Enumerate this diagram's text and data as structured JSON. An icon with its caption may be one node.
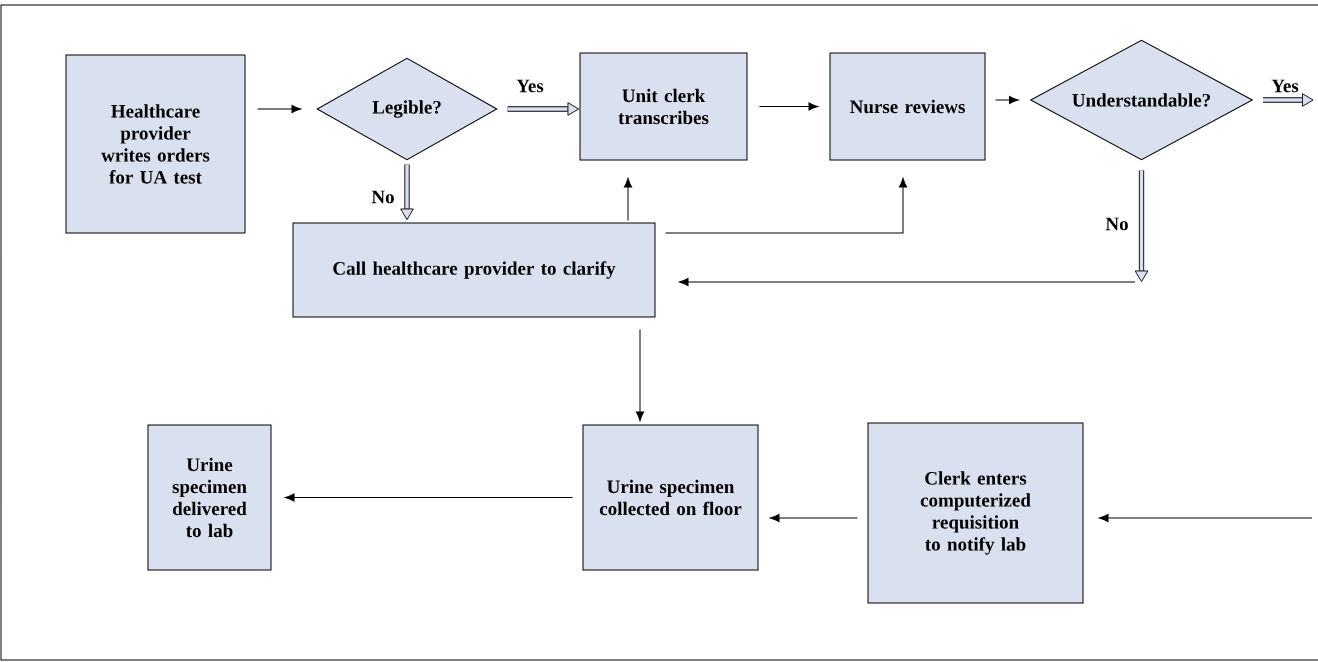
{
  "diagram": {
    "nodes": [
      {
        "text": [
          "Healthcare provider writes orders for UA test"
        ]
      },
      {
        "text": [
          "Legible?"
        ]
      },
      {
        "text": [
          "Unit clerk transcribes"
        ]
      },
      {
        "text": [
          "Nurse reviews"
        ]
      },
      {
        "text": [
          "Understandable?"
        ]
      },
      {
        "text": [
          "Call healthcare provider to clarify"
        ]
      },
      {
        "text": [
          "Urine specimen delivered to lab"
        ]
      },
      {
        "text": [
          "Urine specimen collected on floor"
        ]
      },
      {
        "text": [
          "Clerk enters computerized requisition to notify lab"
        ]
      }
    ],
    "edges": [
      {
        "from": 0,
        "to": 1,
        "arrow": "to"
      },
      {
        "from": 1,
        "to": 2,
        "arrow": "to",
        "label": "Yes",
        "style": "thick"
      },
      {
        "from": 1,
        "to": 5,
        "arrow": "to",
        "label": "No",
        "style": "thick"
      },
      {
        "from": 2,
        "to": 3,
        "arrow": "to"
      },
      {
        "from": 3,
        "to": 4,
        "arrow": "to"
      },
      {
        "from": 4,
        "to": null,
        "arrow": "to",
        "label": "Yes",
        "style": "thick"
      },
      {
        "from": 4,
        "to": null,
        "arrow": "to",
        "label": "No",
        "style": "thick"
      },
      {
        "from": null,
        "to": 5,
        "arrow": "to"
      },
      {
        "from": 5,
        "to": 2,
        "arrow": "to"
      },
      {
        "from": 5,
        "to": 3,
        "arrow": "to"
      },
      {
        "from": 5,
        "to": 7,
        "arrow": "to"
      },
      {
        "from": null,
        "to": 8,
        "arrow": "to"
      },
      {
        "from": 8,
        "to": 7,
        "arrow": "to"
      },
      {
        "from": 7,
        "to": 6,
        "arrow": "to"
      }
    ]
  }
}
